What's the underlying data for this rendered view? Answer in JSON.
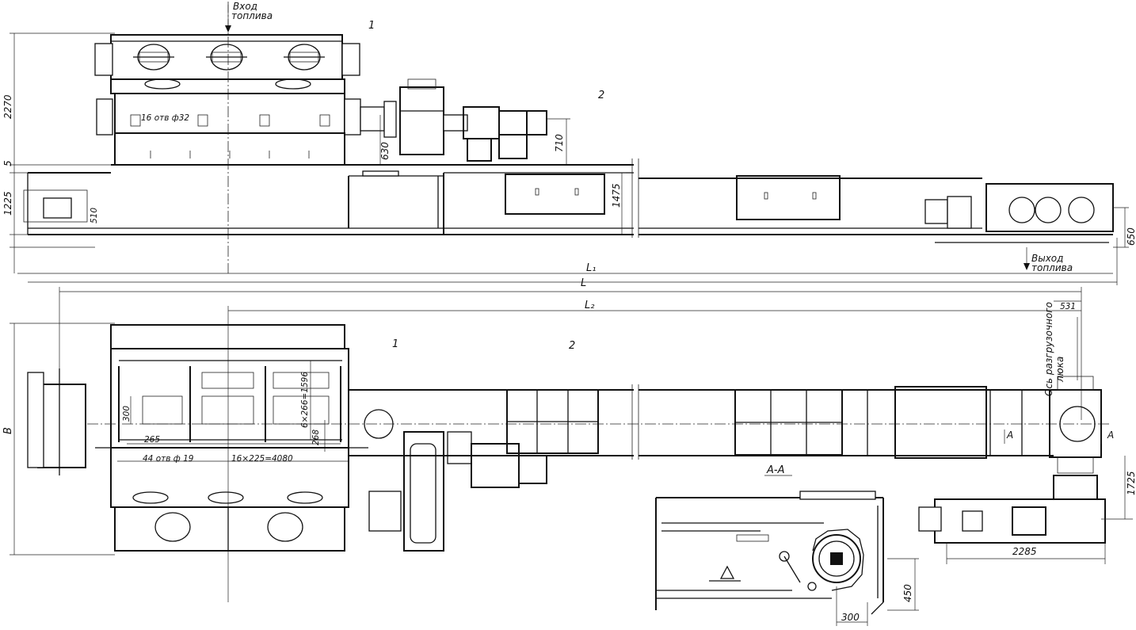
{
  "labels": {
    "fuel_input": [
      "Вход",
      "топлива"
    ],
    "fuel_output": [
      "Выход",
      "топлива"
    ],
    "unload_axis": [
      "Ось разгрузочного",
      "люка"
    ],
    "section": "А-А",
    "section_mark": "А",
    "callout_1": "1",
    "callout_2": "2",
    "holes_top": "16 отв ф32",
    "holes_bottom": "44 отв ф 19"
  },
  "dimensions": {
    "d2270": "2270",
    "d5": "5",
    "d1225": "1225",
    "d510": "510",
    "d630": "630",
    "d710": "710",
    "d1475": "1475",
    "d650": "650",
    "L1": "L₁",
    "L": "L",
    "L2": "L₂",
    "d531": "531",
    "B": "B",
    "d6x266": "6×266=1596",
    "d300": "300",
    "d268": "268",
    "d265": "265",
    "d16x225": "16×225=4080",
    "d1725": "1725",
    "d2285": "2285",
    "d450": "450",
    "d300b": "300"
  }
}
